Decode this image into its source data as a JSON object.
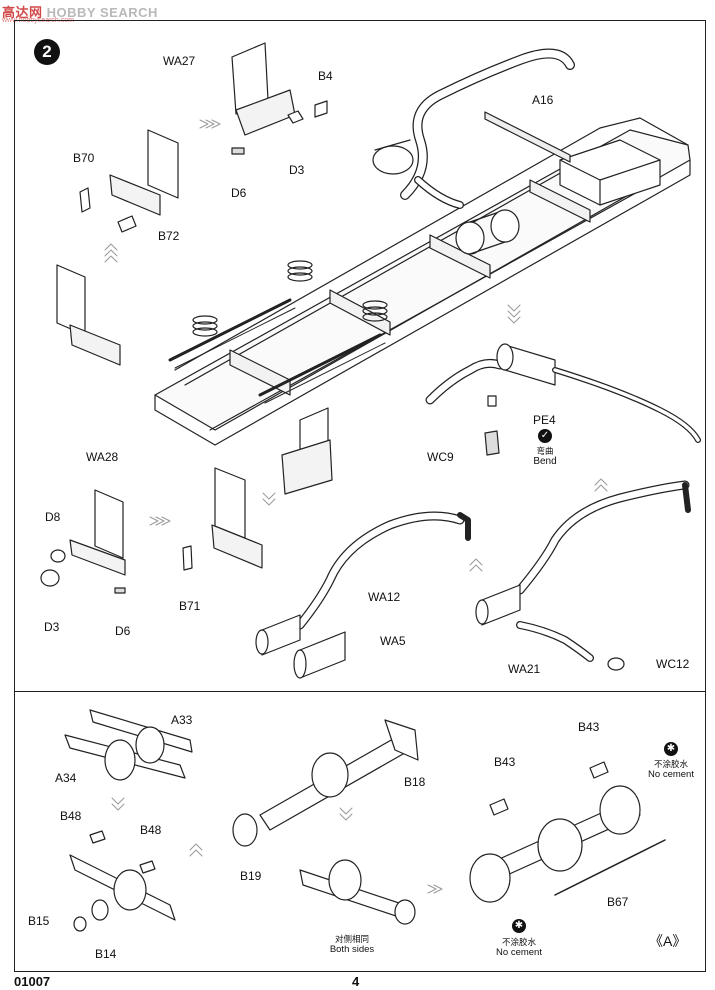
{
  "watermark": {
    "brand": "HOBBY",
    "brand2": "SEARCH",
    "cn": "高达网",
    "url": "www.hobbysearch.com"
  },
  "step": {
    "number": "2"
  },
  "footer": {
    "code": "01007",
    "page": "4"
  },
  "subassembly": {
    "mark": "《A》"
  },
  "labels": {
    "wa27": "WA27",
    "b4": "B4",
    "d3_top": "D3",
    "d6_top": "D6",
    "b70": "B70",
    "b72": "B72",
    "a16": "A16",
    "pe4": "PE4",
    "wc9": "WC9",
    "bend_cn": "弯曲",
    "bend_en": "Bend",
    "wa28": "WA28",
    "d8": "D8",
    "d3_mid": "D3",
    "d6_mid": "D6",
    "b71": "B71",
    "wa12": "WA12",
    "wa5": "WA5",
    "wa21": "WA21",
    "wc12": "WC12",
    "a33": "A33",
    "a34": "A34",
    "b48_l": "B48",
    "b48_r": "B48",
    "b15": "B15",
    "b14": "B14",
    "b18": "B18",
    "b19": "B19",
    "both_cn": "对侧相同",
    "both_en": "Both sides",
    "b43_l": "B43",
    "b43_r": "B43",
    "b67": "B67",
    "nocement_cn_1": "不涂胶水",
    "nocement_en_1": "No cement",
    "nocement_cn_2": "不涂胶水",
    "nocement_en_2": "No cement"
  },
  "icons": {
    "no_cement": "no-cement-icon",
    "bend": "bend-icon",
    "direction": "assembly-arrow-icon"
  }
}
